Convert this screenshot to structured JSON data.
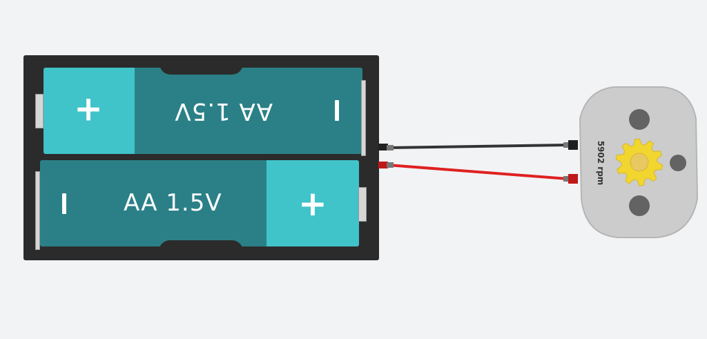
{
  "battery_holder": {
    "top_cell": {
      "label": "AA 1.5V",
      "plus": "+",
      "orientation": "upside-down"
    },
    "bottom_cell": {
      "label": "AA 1.5V",
      "plus": "+",
      "orientation": "normal"
    }
  },
  "wires": {
    "negative_color": "#333333",
    "positive_color": "#e02020"
  },
  "motor": {
    "speed_label": "5902 rpm",
    "gear_color": "#f2d630",
    "body_color": "#cccccc"
  }
}
